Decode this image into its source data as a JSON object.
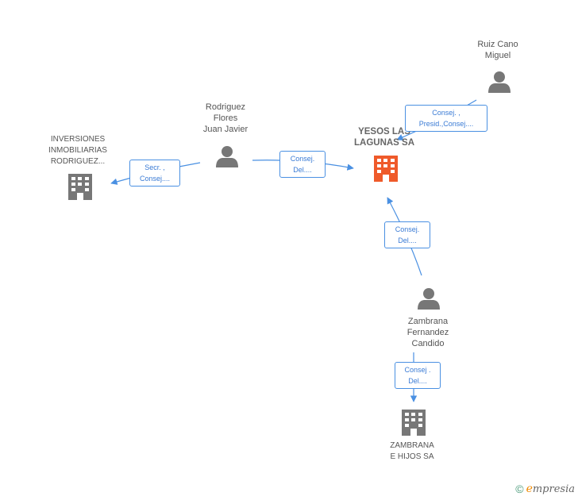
{
  "colors": {
    "edge": "#4a90e2",
    "person": "#777777",
    "company": "#777777",
    "main_company": "#ef5a2a"
  },
  "nodes": {
    "yesos": {
      "lines": [
        "YESOS LAS",
        "LAGUNAS SA"
      ],
      "icon": "building-icon"
    },
    "ruiz": {
      "lines": [
        "Ruiz Cano",
        "Miguel"
      ],
      "icon": "person-icon"
    },
    "rodriguez": {
      "lines": [
        "Rodriguez",
        "Flores",
        "Juan Javier"
      ],
      "icon": "person-icon"
    },
    "inversiones": {
      "lines": [
        "INVERSIONES",
        "INMOBILIARIAS",
        "RODRIGUEZ..."
      ],
      "icon": "building-icon"
    },
    "zambrana_person": {
      "lines": [
        "Zambrana",
        "Fernandez",
        "Candido"
      ],
      "icon": "person-icon"
    },
    "zambrana_company": {
      "lines": [
        "ZAMBRANA",
        "E HIJOS SA"
      ],
      "icon": "building-icon"
    }
  },
  "relations": {
    "ruiz_yesos": [
      "Consej. ,",
      "Presid.,Consej...."
    ],
    "rodriguez_yesos": [
      "Consej.",
      "Del...."
    ],
    "rodriguez_inversiones": [
      "Secr. ,",
      "Consej...."
    ],
    "zambrana_yesos": [
      "Consej.",
      "Del...."
    ],
    "zambrana_company": [
      "Consej .",
      "Del...."
    ]
  },
  "brand": {
    "copyright": "©",
    "e": "e",
    "rest": "mpresia"
  }
}
